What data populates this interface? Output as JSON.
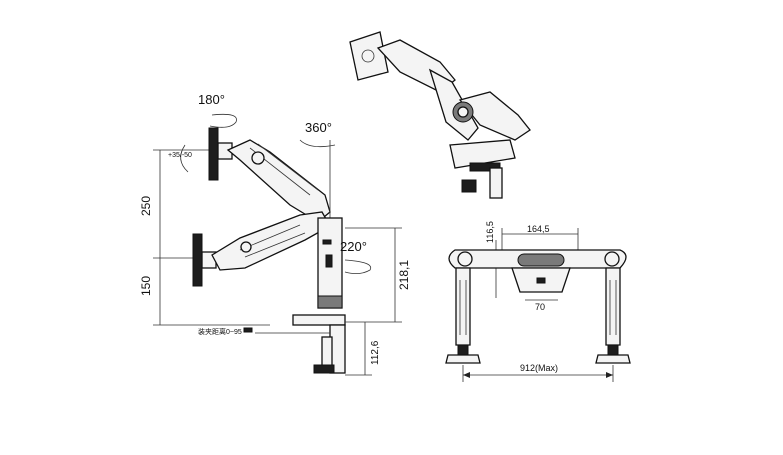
{
  "rotation_labels": {
    "tilt": "+35/-50",
    "swivel_head": "180°",
    "arm_rotation": "360°",
    "base_rotation": "220°"
  },
  "dimensions": {
    "upper_height": "250",
    "lower_height": "150",
    "total_height": "218,1",
    "clamp_height": "112,6",
    "bar_height": "116,5",
    "bar_width": "164,5",
    "mount_width": "70",
    "max_span": "912(Max)"
  },
  "notes": {
    "clamp_range": "装夹距离0~95"
  }
}
